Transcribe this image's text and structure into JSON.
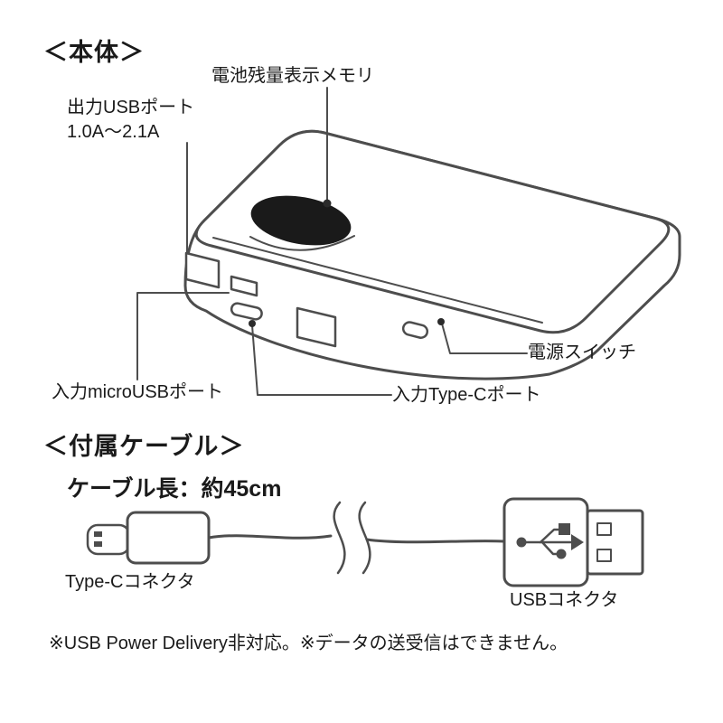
{
  "colors": {
    "background": "#ffffff",
    "line": "#4d4d4d",
    "text": "#1a1a1a",
    "indicator_fill": "#1a1a1a"
  },
  "body_section": {
    "heading": "＜本体＞",
    "labels": {
      "battery_indicator": "電池残量表示メモリ",
      "output_usb_port_line1": "出力USBポート",
      "output_usb_port_line2": "1.0A〜2.1A",
      "power_switch": "電源スイッチ",
      "input_micro_usb_port": "入力microUSBポート",
      "input_type_c_port": "入力Type-Cポート"
    }
  },
  "cable_section": {
    "heading": "＜付属ケーブル＞",
    "cable_length": "ケーブル長：約45cm",
    "labels": {
      "type_c_connector": "Type-Cコネクタ",
      "usb_connector": "USBコネクタ"
    }
  },
  "footnote": "※USB Power Delivery非対応。※データの送受信はできません。"
}
